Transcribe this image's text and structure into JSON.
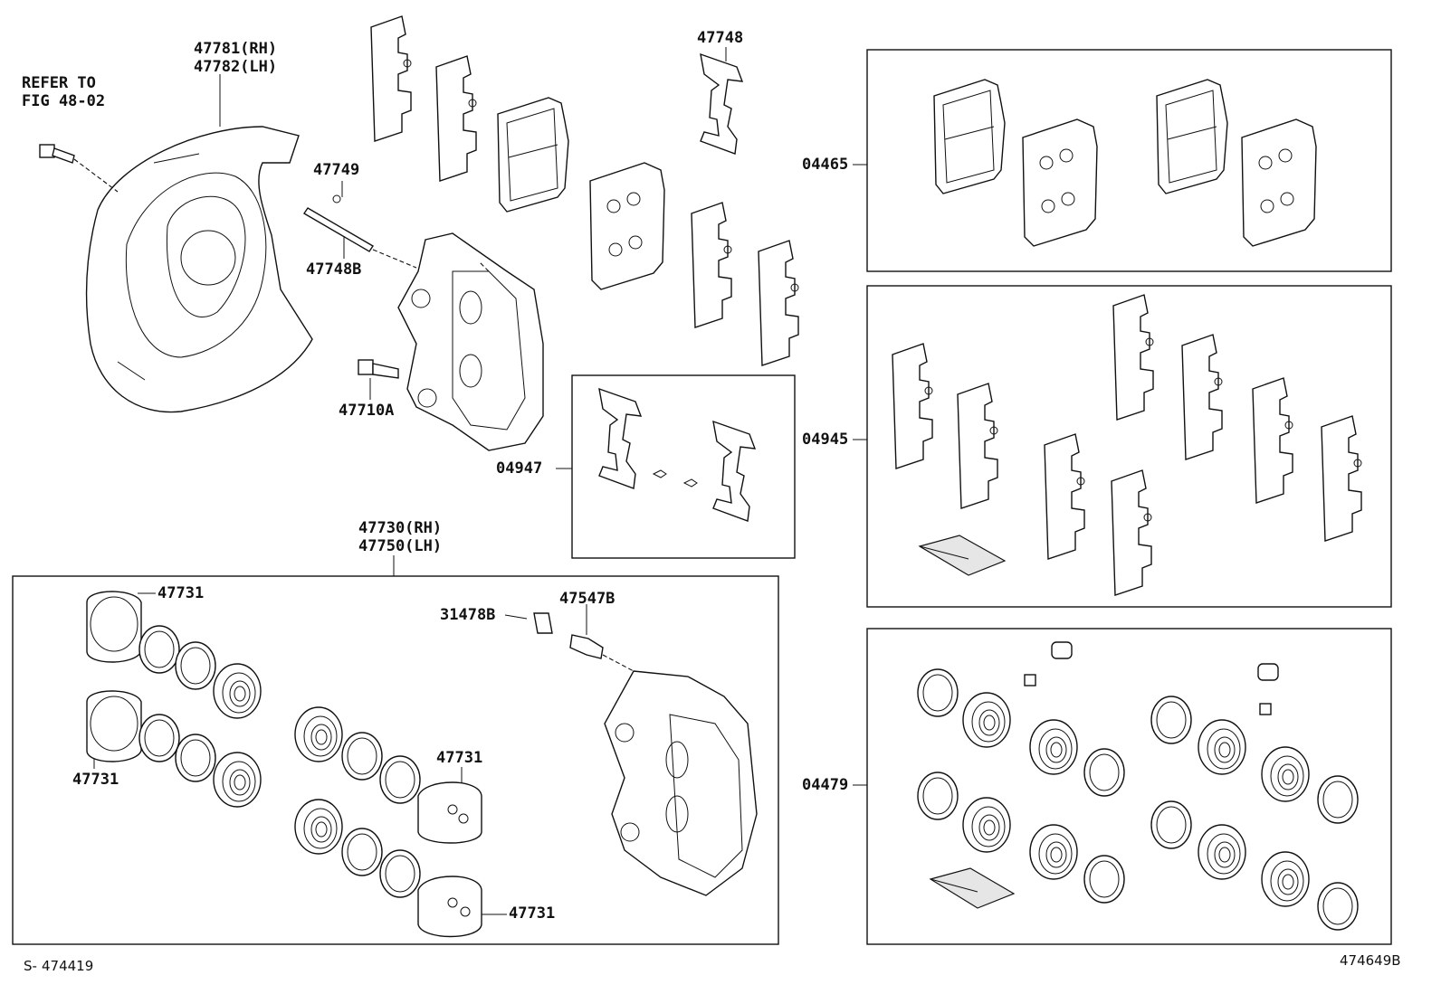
{
  "diagram": {
    "refer": [
      "REFER TO",
      "FIG 48-02"
    ],
    "shield": [
      "47781(RH)",
      "47782(LH)"
    ],
    "p47749": "47749",
    "p47748B": "47748B",
    "p47710A": "47710A",
    "p47748": "47748",
    "p04947": "04947",
    "caliper": [
      "47730(RH)",
      "47750(LH)"
    ],
    "p47731a": "47731",
    "p47731b": "47731",
    "p47731c": "47731",
    "p47731d": "47731",
    "p31478B": "31478B",
    "p47547B": "47547B",
    "p04465": "04465",
    "p04945": "04945",
    "p04479": "04479",
    "footer_left": "474419",
    "footer_prefix": "S-",
    "footer_right": "474649B"
  }
}
